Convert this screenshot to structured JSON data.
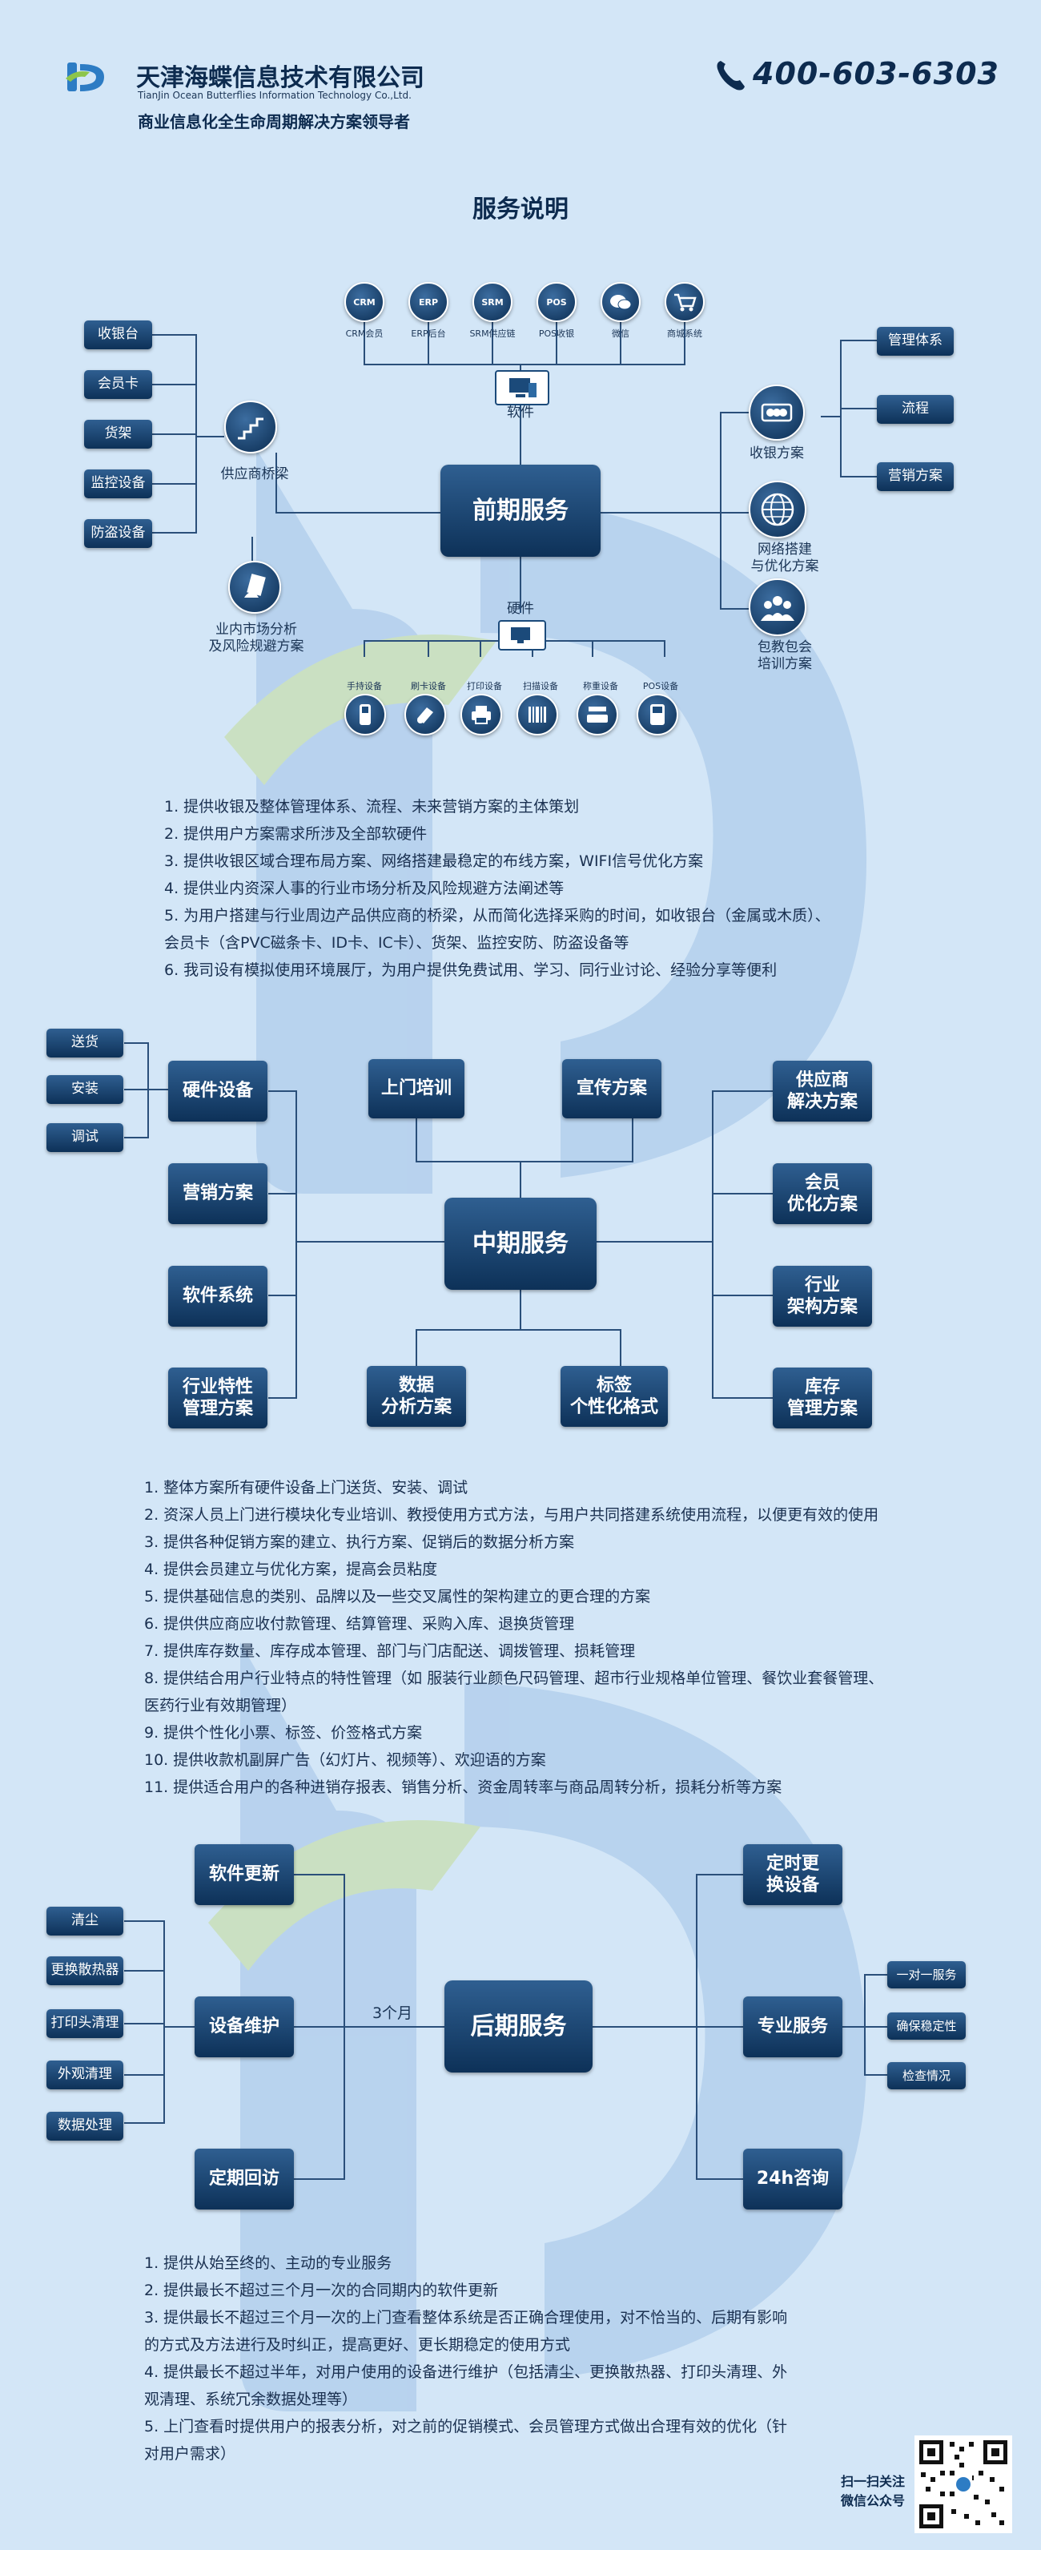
{
  "header": {
    "company_cn": "天津海蝶信息技术有限公司",
    "company_en": "TianJin Ocean Butterflies Information Technology Co.,Ltd.",
    "slogan": "商业信息化全生命周期解决方案领导者",
    "phone": "400-603-6303",
    "page_title": "服务说明"
  },
  "early": {
    "center": "前期服务",
    "software_label": "软件",
    "software_items": [
      "CRM会员",
      "ERP后台",
      "SRM供应链",
      "POS收银",
      "微信",
      "商城系统"
    ],
    "software_icon_text": [
      "CRM",
      "ERP",
      "SRM",
      "POS",
      "",
      ""
    ],
    "hardware_label": "硬件",
    "hardware_items": [
      "手持设备",
      "刷卡设备",
      "打印设备",
      "扫描设备",
      "称重设备",
      "POS设备"
    ],
    "left_boxes": [
      "收银台",
      "会员卡",
      "货架",
      "监控设备",
      "防盗设备"
    ],
    "supplier_bridge": "供应商桥梁",
    "market_analysis": "业内市场分析\n及风险规避方案",
    "right_cashier": "收银方案",
    "right_network": "网络搭建\n与优化方案",
    "right_training": "包教包会\n培训方案",
    "right_boxes": [
      "管理体系",
      "流程",
      "营销方案"
    ],
    "notes": [
      "1. 提供收银及整体管理体系、流程、未来营销方案的主体策划",
      "2. 提供用户方案需求所涉及全部软硬件",
      "3. 提供收银区域合理布局方案、网络搭建最稳定的布线方案，WIFI信号优化方案",
      "4. 提供业内资深人事的行业市场分析及风险规避方法阐述等",
      "5. 为用户搭建与行业周边产品供应商的桥梁，从而简化选择采购的时间，如收银台（金属或木质）、",
      "会员卡（含PVC磁条卡、ID卡、IC卡）、货架、监控安防、防盗设备等",
      "6. 我司设有模拟使用环境展厅，为用户提供免费试用、学习、同行业讨论、经验分享等便利"
    ]
  },
  "mid": {
    "center": "中期服务",
    "far_left": [
      "送货",
      "安装",
      "调试"
    ],
    "left": [
      "硬件设备",
      "营销方案",
      "软件系统",
      "行业特性\n管理方案"
    ],
    "top": [
      "上门培训",
      "宣传方案"
    ],
    "bottom": [
      "数据\n分析方案",
      "标签\n个性化格式"
    ],
    "right": [
      "供应商\n解决方案",
      "会员\n优化方案",
      "行业\n架构方案",
      "库存\n管理方案"
    ],
    "notes": [
      "1. 整体方案所有硬件设备上门送货、安装、调试",
      "2. 资深人员上门进行模块化专业培训、教授使用方式方法，与用户共同搭建系统使用流程，以便更有效的使用",
      "3. 提供各种促销方案的建立、执行方案、促销后的数据分析方案",
      "4. 提供会员建立与优化方案，提高会员粘度",
      "5. 提供基础信息的类别、品牌以及一些交叉属性的架构建立的更合理的方案",
      "6. 提供供应商应收付款管理、结算管理、采购入库、退换货管理",
      "7. 提供库存数量、库存成本管理、部门与门店配送、调拨管理、损耗管理",
      "8. 提供结合用户行业特点的特性管理（如 服装行业颜色尺码管理、超市行业规格单位管理、餐饮业套餐管理、",
      "医药行业有效期管理）",
      "9. 提供个性化小票、标签、价签格式方案",
      "10. 提供收款机副屏广告（幻灯片、视频等）、欢迎语的方案",
      "11. 提供适合用户的各种进销存报表、销售分析、资金周转率与商品周转分析，损耗分析等方案"
    ]
  },
  "late": {
    "center": "后期服务",
    "left_top": "软件更新",
    "left_mid": "设备维护",
    "left_bottom": "定期回访",
    "interval": "3个月",
    "far_left": [
      "清尘",
      "更换散热器",
      "打印头清理",
      "外观清理",
      "数据处理"
    ],
    "right_top": "定时更\n换设备",
    "right_mid": "专业服务",
    "right_bottom": "24h咨询",
    "far_right": [
      "一对一服务",
      "确保稳定性",
      "检查情况"
    ],
    "notes": [
      "1. 提供从始至终的、主动的专业服务",
      "2. 提供最长不超过三个月一次的合同期内的软件更新",
      "3. 提供最长不超过三个月一次的上门查看整体系统是否正确合理使用，对不恰当的、后期有影响",
      "的方式及方法进行及时纠正，提高更好、更长期稳定的使用方式",
      "4. 提供最长不超过半年，对用户使用的设备进行维护（包括清尘、更换散热器、打印头清理、外",
      "观清理、系统冗余数据处理等）",
      "5. 上门查看时提供用户的报表分析，对之前的促销模式、会员管理方式做出合理有效的优化（针",
      "对用户需求）"
    ]
  },
  "footer": {
    "qr_caption": "扫一扫关注\n微信公众号"
  },
  "colors": {
    "box_dark": "#0d3158",
    "background": "#d3e6f7",
    "watermark": "#aac8e8",
    "watermark_green": "#c9dfa0"
  }
}
